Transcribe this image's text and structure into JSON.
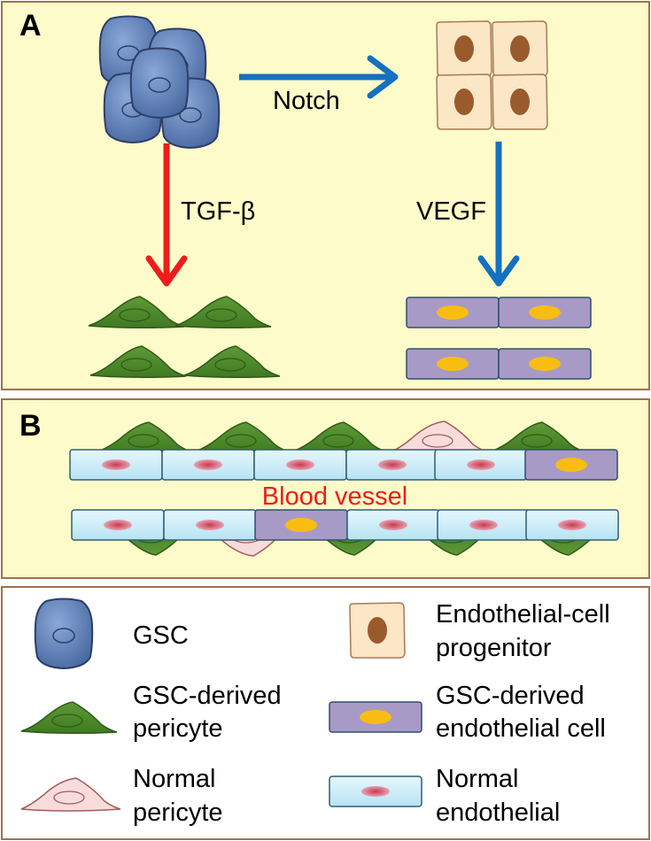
{
  "panel_a": {
    "letter": "A",
    "arrows": {
      "notch": "Notch",
      "tgf": "TGF-β",
      "vegf": "VEGF"
    }
  },
  "panel_b": {
    "letter": "B",
    "vessel_label": "Blood vessel"
  },
  "legend": {
    "gsc": "GSC",
    "gsc_pericyte_1": "GSC-derived",
    "gsc_pericyte_2": "pericyte",
    "normal_pericyte_1": "Normal",
    "normal_pericyte_2": "pericyte",
    "progenitor_1": "Endothelial-cell",
    "progenitor_2": "progenitor",
    "gsc_endo_1": "GSC-derived",
    "gsc_endo_2": "endothelial cell",
    "normal_endo_1": "Normal",
    "normal_endo_2": "endothelial"
  },
  "colors": {
    "tgf_arrow": "#ee1c1c",
    "blue_arrow": "#1670c0",
    "vessel_label": "#ee1c1c",
    "gsc_fill": "#5b7fb8",
    "pericyte_fill": "#4f8a2b",
    "normal_pericyte_fill": "#f8dcdc",
    "progenitor_fill": "#fbe6c6",
    "gsc_endo_fill": "#a89ac6",
    "normal_endo_fill": "#cdeef9"
  }
}
